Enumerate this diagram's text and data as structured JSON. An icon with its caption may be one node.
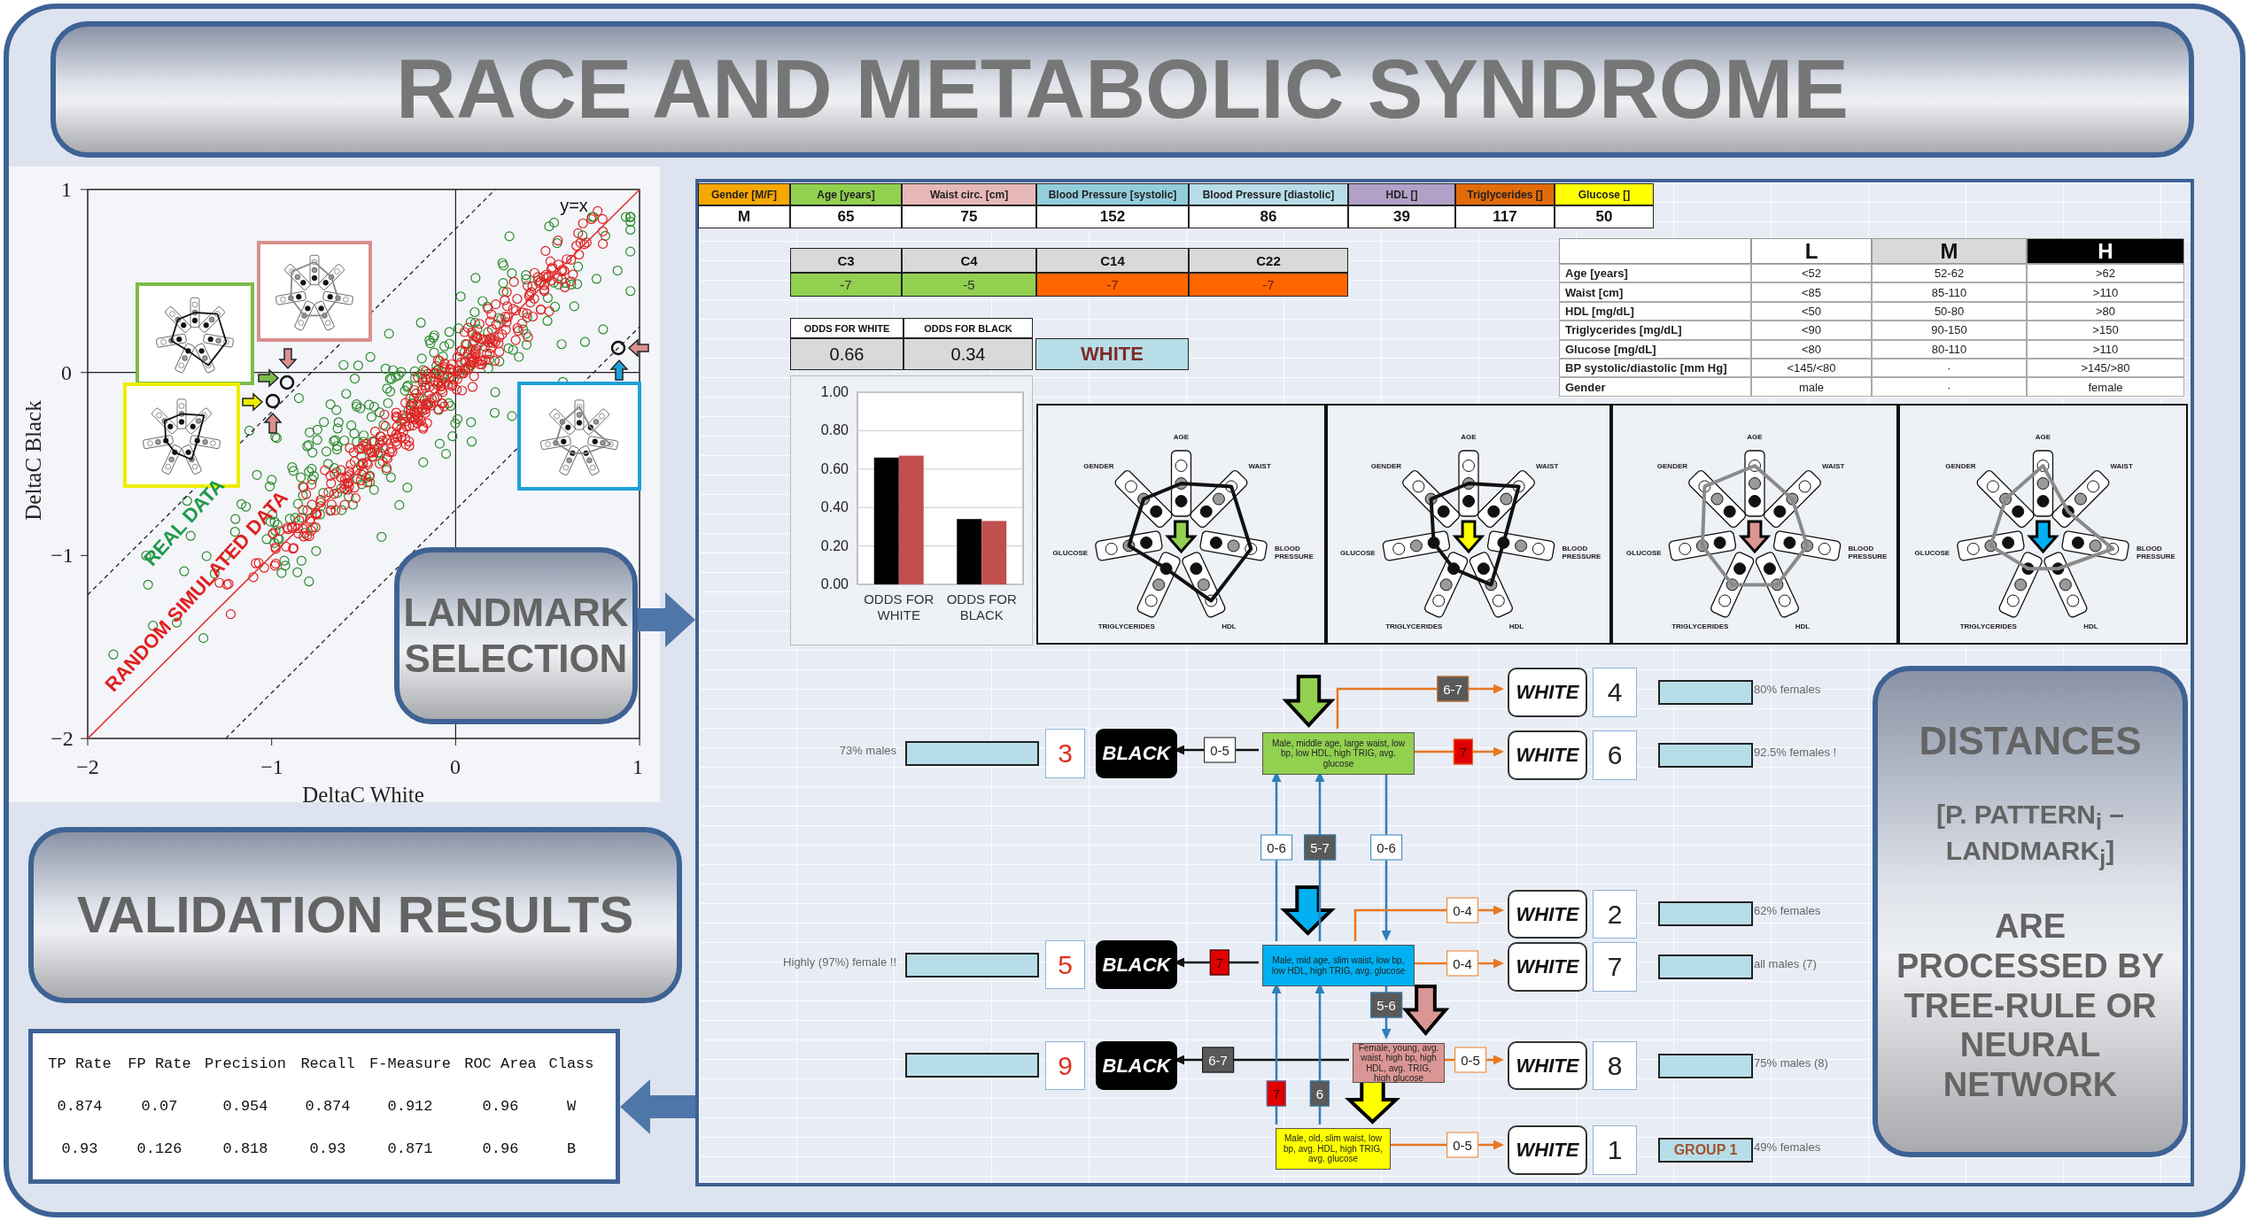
{
  "diagram": {
    "title": "RACE AND METABOLIC SYNDROME",
    "nodes": [
      {
        "text": [
          "LANDMARK SELECTION"
        ]
      },
      {
        "text": [],
        "shape": "box"
      },
      {
        "text": [
          "AGE",
          "WAIST",
          "BLOOD PRESSURE",
          "HDL",
          "TRIGLYCERIDES",
          "GLUCOSE",
          "GENDER"
        ],
        "in": 1
      },
      {
        "text": [
          "AGE",
          "WAIST",
          "BLOOD PRESSURE",
          "HDL",
          "TRIGLYCERIDES",
          "GLUCOSE",
          "GENDER"
        ],
        "in": 1
      },
      {
        "text": [
          "AGE",
          "WAIST",
          "BLOOD PRESSURE",
          "HDL",
          "TRIGLYCERIDES",
          "GLUCOSE",
          "GENDER"
        ],
        "in": 1
      },
      {
        "text": [
          "AGE",
          "WAIST",
          "BLOOD PRESSURE",
          "HDL",
          "TRIGLYCERIDES",
          "GLUCOSE",
          "GENDER"
        ],
        "in": 1
      },
      {
        "text": [
          "WHITE"
        ],
        "in": 1
      },
      {
        "text": [
          "4"
        ],
        "in": 1
      },
      {
        "text": [],
        "shape": "bar",
        "in": 1,
        "beside": [
          "80% females"
        ]
      },
      {
        "text": [
          "DISTANCES",
          "[P. PATTERN$_{i}$ – LANDMARK$_{j}$]",
          "ARE PROCESSED BY TREE-RULE OR NEURAL NETWORK"
        ],
        "in": 1
      },
      {
        "text": [],
        "shape": "bar",
        "in": 1,
        "beside": [
          "73% males"
        ]
      },
      {
        "text": [
          "3"
        ],
        "in": 1
      },
      {
        "text": [
          "BLACK"
        ],
        "in": 1
      },
      {
        "text": [
          "Male, middle age, large waist, low bp, low HDL, high TRIG, avg. glucose"
        ],
        "in": 1
      },
      {
        "text": [
          "WHITE"
        ],
        "in": 1
      },
      {
        "text": [
          "6"
        ],
        "in": 1
      },
      {
        "text": [],
        "shape": "bar",
        "in": 1,
        "beside": [
          "92.5% females !"
        ]
      },
      {
        "text": [
          "VALIDATION RESULTS"
        ]
      },
      {
        "text": [
          "WHITE"
        ],
        "in": 1
      },
      {
        "text": [
          "2"
        ],
        "in": 1
      },
      {
        "text": [],
        "shape": "bar",
        "in": 1,
        "beside": [
          "62% females"
        ]
      },
      {
        "text": [],
        "shape": "bar",
        "in": 1,
        "beside": [
          "Highly (97%) female !!"
        ]
      },
      {
        "text": [
          "5"
        ],
        "in": 1
      },
      {
        "text": [
          "BLACK"
        ],
        "in": 1
      },
      {
        "text": [
          "Male, mid age, slim waist, low bp, low HDL, high TRIG, avg. glucose"
        ],
        "in": 1
      },
      {
        "text": [
          "WHITE"
        ],
        "in": 1
      },
      {
        "text": [
          "7"
        ],
        "in": 1
      },
      {
        "text": [],
        "shape": "bar",
        "in": 1,
        "beside": [
          "all males (7)"
        ]
      },
      {
        "text": [],
        "shape": "bar",
        "in": 1
      },
      {
        "text": [
          "9"
        ],
        "in": 1
      },
      {
        "text": [
          "BLACK"
        ],
        "in": 1
      },
      {
        "text": [
          "Female, young, avg. waist, high bp, high HDL, avg. TRIG, high glucose"
        ],
        "in": 1
      },
      {
        "text": [
          "WHITE"
        ],
        "in": 1
      },
      {
        "text": [
          "8"
        ],
        "in": 1
      },
      {
        "text": [],
        "shape": "bar",
        "in": 1,
        "beside": [
          "75% males (8)"
        ]
      },
      {
        "text": [
          "Male, old, slim waist, low bp, avg. HDL, high TRIG, avg. glucose"
        ],
        "in": 1
      },
      {
        "text": [
          "WHITE"
        ],
        "in": 1
      },
      {
        "text": [
          "1"
        ],
        "in": 1
      },
      {
        "text": [
          "GROUP 1"
        ],
        "in": 1,
        "beside": [
          "49% females"
        ]
      },
      {
        "text": [],
        "shape": "box"
      }
    ],
    "edges": [
      {
        "from": 0,
        "to": 1,
        "arrow": "to",
        "style": "thick",
        "color": "#4f76a8"
      },
      {
        "from": 1,
        "to": 39,
        "arrow": "to",
        "style": "thick",
        "color": "#4f76a8"
      },
      {
        "from": 13,
        "to": 12,
        "arrow": "to",
        "label": "0-5",
        "color": "#111111"
      },
      {
        "from": 13,
        "to": 6,
        "arrow": "to",
        "label": "6-7",
        "color": "#e87722"
      },
      {
        "from": 13,
        "to": 14,
        "arrow": "to",
        "label": "7",
        "color": "#e87722"
      },
      {
        "from": 24,
        "to": 13,
        "arrow": "to",
        "label": "0-6",
        "color": "#2e7fb8"
      },
      {
        "from": 24,
        "to": 13,
        "arrow": "to",
        "label": "5-7",
        "color": "#2e7fb8"
      },
      {
        "from": 13,
        "to": 24,
        "arrow": "to",
        "label": "0-6",
        "color": "#2e7fb8"
      },
      {
        "from": 24,
        "to": 23,
        "arrow": "to",
        "label": "7",
        "color": "#111111"
      },
      {
        "from": 24,
        "to": 18,
        "arrow": "to",
        "label": "0-4",
        "color": "#e87722"
      },
      {
        "from": 24,
        "to": 25,
        "arrow": "to",
        "label": "0-4",
        "color": "#e87722"
      },
      {
        "from": 24,
        "to": 31,
        "arrow": "to",
        "label": "5-6",
        "color": "#2e7fb8"
      },
      {
        "from": 31,
        "to": 30,
        "arrow": "to",
        "label": "6-7",
        "color": "#111111"
      },
      {
        "from": 31,
        "to": 32,
        "arrow": "to",
        "label": "0-5",
        "color": "#e87722"
      },
      {
        "from": 35,
        "to": 24,
        "arrow": "to",
        "label": "7",
        "color": "#2e7fb8"
      },
      {
        "from": 35,
        "to": 24,
        "arrow": "to",
        "label": "6",
        "color": "#2e7fb8"
      },
      {
        "from": 35,
        "to": 36,
        "arrow": "to",
        "label": "0-5",
        "color": "#e87722"
      }
    ],
    "labels": [
      "1",
      "0",
      "−1",
      "−2",
      "y=x",
      "REAL DATA",
      "RANDOM SIMULATED DATA",
      "−2",
      "−1",
      "0",
      "1",
      "DeltaC White",
      "DeltaC Black",
      "Gender [M/F]",
      "Age [years]",
      "Waist circ. [cm]",
      "Blood Pressure [systolic]",
      "Blood Pressure [diastolic]",
      "HDL []",
      "Triglycerides []",
      "Glucose []",
      "M",
      "65",
      "75",
      "152",
      "86",
      "39",
      "117",
      "50",
      "C3",
      "C4",
      "C14",
      "C22",
      "-7",
      "-5",
      "-7",
      "-7",
      "L",
      "M",
      "H",
      "Age [years]",
      "<52",
      "52-62",
      ">62",
      "Waist [cm]",
      "<85",
      "85-110",
      ">110",
      "HDL [mg/dL]",
      "<50",
      "50-80",
      ">80",
      "Triglycerides [mg/dL]",
      "<90",
      "90-150",
      ">150",
      "Glucose [mg/dL]",
      "<80",
      "80-110",
      ">110",
      "BP systolic/diastolic [mm Hg]",
      "<145/<80",
      "·",
      ">145/>80",
      "Gender",
      "male",
      "·",
      "female",
      "ODDS FOR WHITE",
      "ODDS FOR BLACK",
      "0.66",
      "0.34",
      "WHITE",
      "TP Rate",
      "FP Rate",
      "Precision",
      "Recall",
      "F-Measure",
      "ROC Area",
      "Class",
      "0.874",
      "0.07",
      "0.954",
      "0.874",
      "0.912",
      "0.96",
      "W",
      "0.93",
      "0.126",
      "0.818",
      "0.93",
      "0.871",
      "0.96",
      "B"
    ],
    "chart_data": {
      "type": "bar",
      "categories": [
        "ODDS FOR WHITE",
        "ODDS FOR BLACK"
      ],
      "series": [
        {
          "color": "#000000",
          "values": [
            0.66,
            0.34
          ]
        },
        {
          "color": "#c0504d",
          "values": [
            0.67,
            0.33
          ]
        }
      ],
      "ylim": [
        0,
        1
      ],
      "grid": true,
      "yticks": [
        {
          "value": 0,
          "label": "0.00"
        },
        {
          "value": 0.2,
          "label": "0.20"
        },
        {
          "value": 0.4,
          "label": "0.40"
        },
        {
          "value": 0.6,
          "label": "0.60"
        },
        {
          "value": 0.8,
          "label": "0.80"
        },
        {
          "value": 1,
          "label": "1.00"
        }
      ]
    }
  }
}
